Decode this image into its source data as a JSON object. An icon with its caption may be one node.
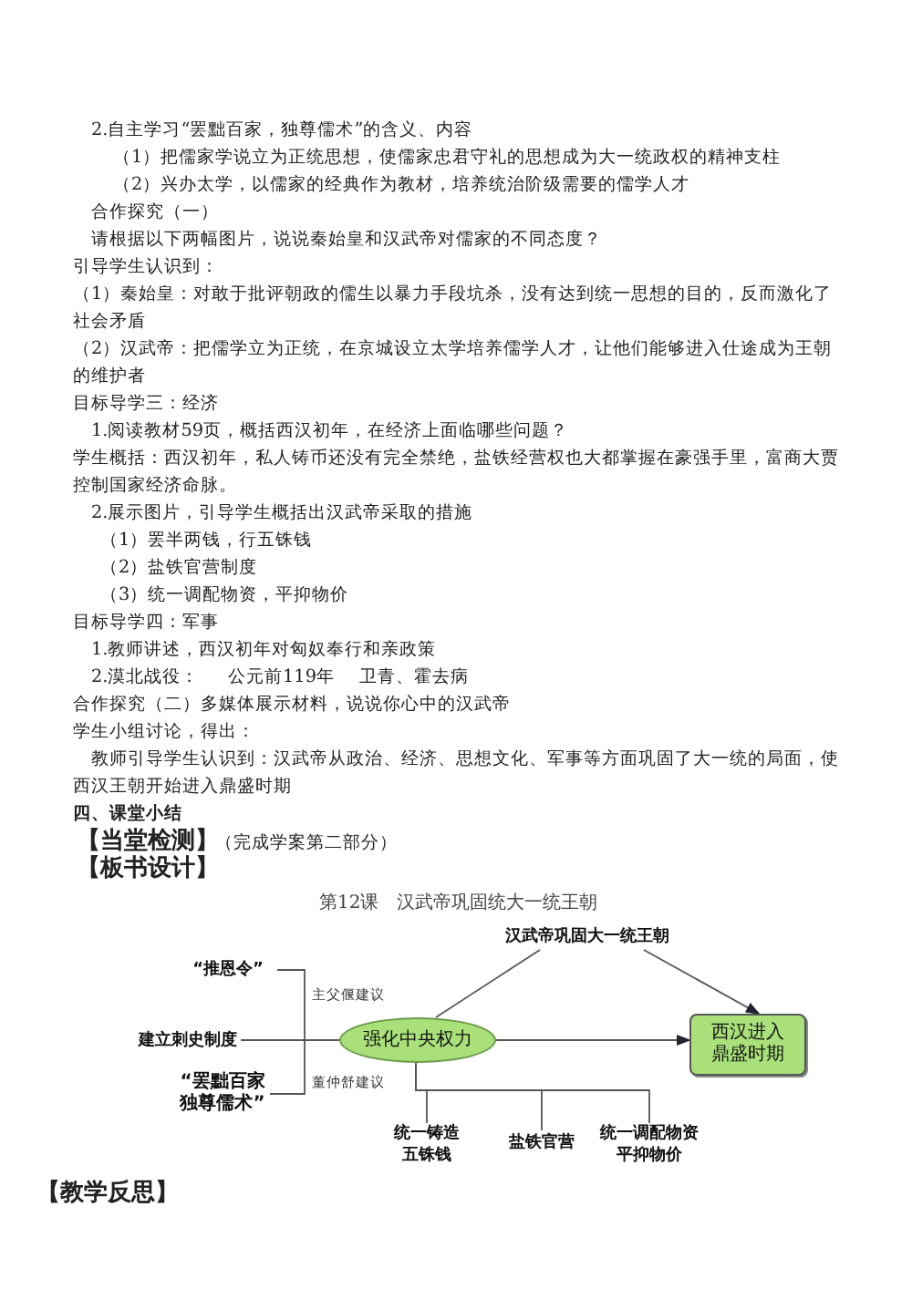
{
  "diagram": {
    "title": "第12课　汉武帝巩固统大一统王朝",
    "nodes": [
      {
        "text": [
          "汉武帝巩固大一统王朝"
        ]
      },
      {
        "text": [
          "强化中央权力"
        ]
      },
      {
        "text": [
          "西汉进入鼎盛时期"
        ]
      },
      {
        "text": [
          "“推恩令”"
        ]
      },
      {
        "text": [
          "建立刺史制度"
        ]
      },
      {
        "text": [
          "“罢黜百家独尊儒术”"
        ]
      },
      {
        "text": [
          "统一铸造五铢钱"
        ]
      },
      {
        "text": [
          "盐铁官营"
        ]
      },
      {
        "text": [
          "统一调配物资平抑物价"
        ]
      }
    ],
    "edges": [
      {
        "from": 1,
        "to": 0,
        "arrow": "none"
      },
      {
        "from": 0,
        "to": 2,
        "arrow": "to"
      },
      {
        "from": 1,
        "to": 2,
        "arrow": "to"
      },
      {
        "from": 3,
        "to": 1,
        "arrow": "none",
        "label": "主父偃建议"
      },
      {
        "from": 4,
        "to": 1,
        "arrow": "none"
      },
      {
        "from": 5,
        "to": 1,
        "arrow": "none",
        "label": "董仲舒建议"
      },
      {
        "from": 1,
        "to": 6,
        "arrow": "none"
      },
      {
        "from": 1,
        "to": 7,
        "arrow": "none"
      },
      {
        "from": 1,
        "to": 8,
        "arrow": "none"
      }
    ],
    "labels": [
      "2.自主学习“罢黜百家，独尊儒术”的含义、内容",
      "（1）把儒家学说立为正统思想，使儒家忠君守礼的思想成为大一统政权的精神支柱",
      "（2）兴办太学，以儒家的经典作为教材，培养统治阶级需要的儒学人才",
      "合作探究（一）",
      "请根据以下两幅图片，说说秦始皇和汉武帝对儒家的不同态度？",
      "引导学生认识到：",
      "（1）秦始皇：对敢于批评朝政的儒生以暴力手段坑杀，没有达到统一思想的目的，反而激化了社会矛盾",
      "（2）汉武帝：把儒学立为正统，在京城设立太学培养儒学人才，让他们能够进入仕途成为王朝的维护者",
      "目标导学三：经济",
      "1.阅读教材59页，概括西汉初年，在经济上面临哪些问题？",
      "学生概括：西汉初年，私人铸币还没有完全禁绝，盐铁经营权也大都掌握在豪强手里，富商大贾控制国家经济命脉。",
      "2.展示图片，引导学生概括出汉武帝采取的措施",
      "（1）罢半两钱，行五铢钱",
      "（2）盐铁官营制度",
      "（3）统一调配物资，平抑物价",
      "目标导学四：军事",
      "1.教师讲述，西汉初年对匈奴奉行和亲政策",
      "2.漠北战役：",
      "公元前119年",
      "卫青、霍去病",
      "合作探究（二）多媒体展示材料，说说你心中的汉武帝",
      "学生小组讨论，得出：",
      "教师引导学生认识到：汉武帝从政治、经济、思想文化、军事等方面巩固了大一统的局面，使西汉王朝开始进入鼎盛时期",
      "四、课堂小结",
      "【当堂检测】",
      "（完成学案第二部分）",
      "【板书设计】",
      "【教学反思】"
    ]
  }
}
